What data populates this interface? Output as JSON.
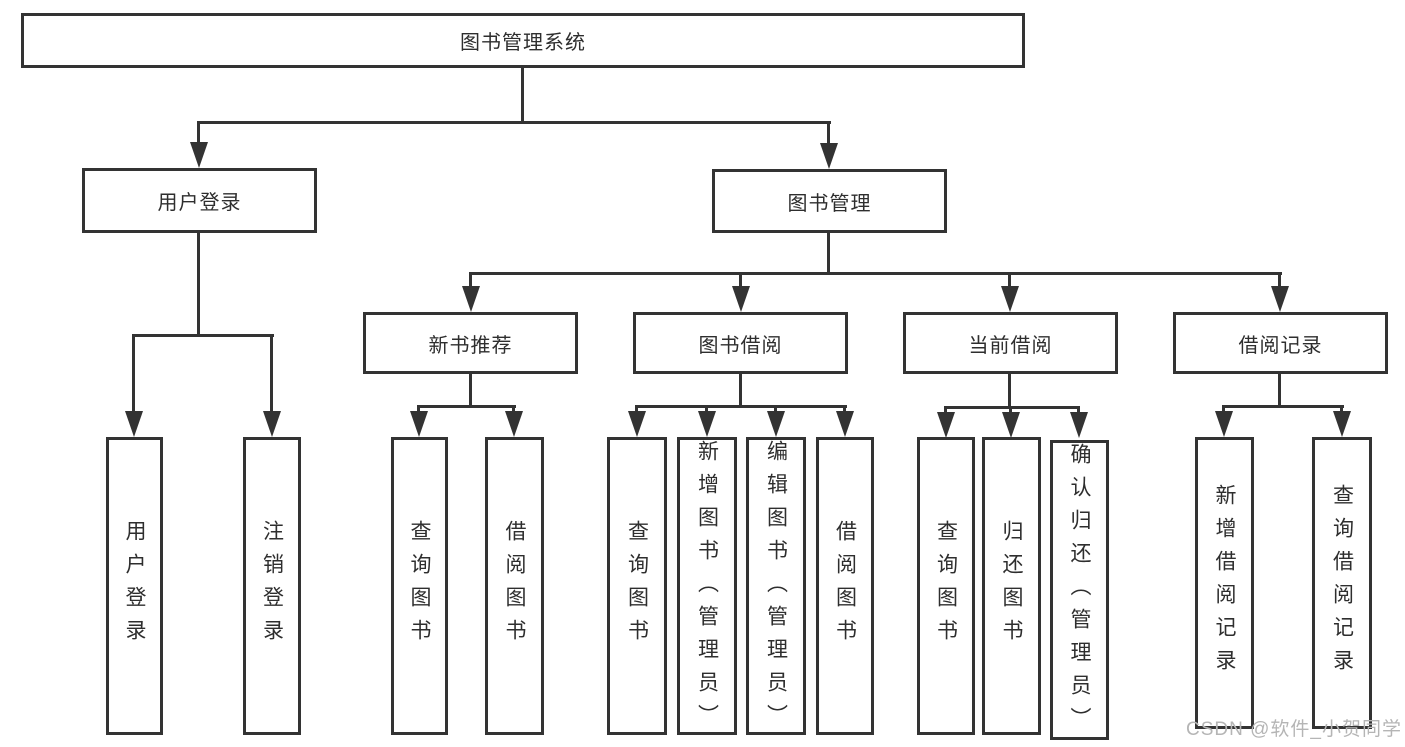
{
  "diagram": {
    "type": "hierarchy",
    "colors": {
      "line": "#333333",
      "box_border": "#333333",
      "box_fill": "#ffffff",
      "text": "#2e2e2e",
      "watermark": "#b5b5b5",
      "background": "#ffffff"
    }
  },
  "tree": {
    "label": "图书管理系统",
    "children": [
      {
        "label": "用户登录",
        "children": [
          {
            "label": "用户登录"
          },
          {
            "label": "注销登录"
          }
        ]
      },
      {
        "label": "图书管理",
        "children": [
          {
            "label": "新书推荐",
            "children": [
              {
                "label": "查询图书"
              },
              {
                "label": "借阅图书"
              }
            ]
          },
          {
            "label": "图书借阅",
            "children": [
              {
                "label": "查询图书"
              },
              {
                "label": "新增图书（管理员）"
              },
              {
                "label": "编辑图书（管理员）"
              },
              {
                "label": "借阅图书"
              }
            ]
          },
          {
            "label": "当前借阅",
            "children": [
              {
                "label": "查询图书"
              },
              {
                "label": "归还图书"
              },
              {
                "label": "确认归还（管理员）"
              }
            ]
          },
          {
            "label": "借阅记录",
            "children": [
              {
                "label": "新增借阅记录"
              },
              {
                "label": "查询借阅记录"
              }
            ]
          }
        ]
      }
    ]
  },
  "watermark": {
    "text": "CSDN @软件_小贺同学"
  }
}
